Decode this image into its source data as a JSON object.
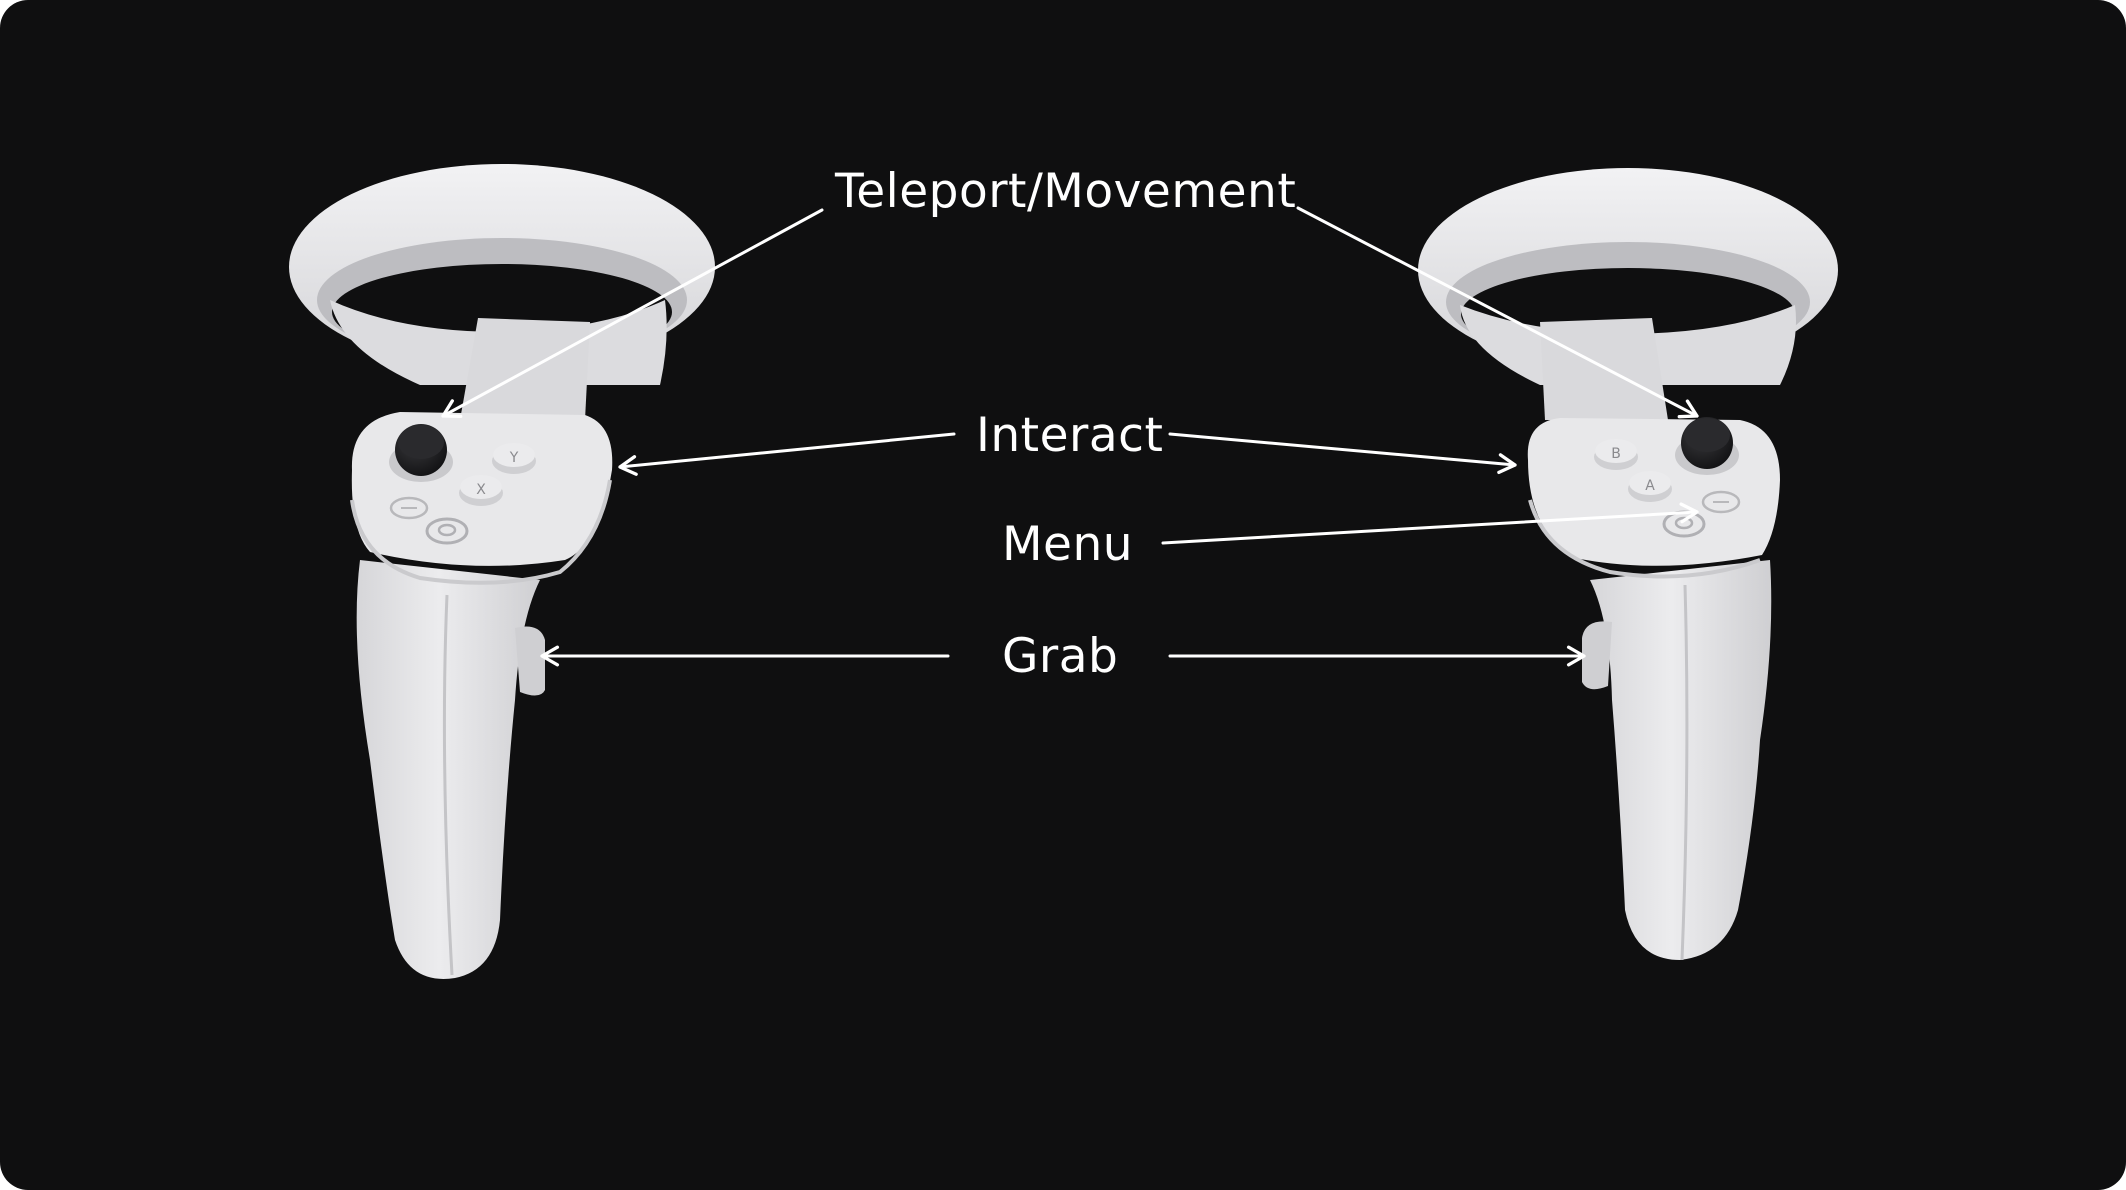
{
  "labels": {
    "teleport": "Teleport/Movement",
    "interact": "Interact",
    "menu": "Menu",
    "grab": "Grab"
  },
  "left_controller": {
    "buttons": {
      "top": "Y",
      "bottom": "X"
    }
  },
  "right_controller": {
    "buttons": {
      "top": "B",
      "bottom": "A"
    }
  },
  "colors": {
    "background": "#0f0f10",
    "controller_body": "#e4e4e6",
    "controller_shadow": "#c9c9cc",
    "thumbstick": "#1c1c1e",
    "arrow": "#ffffff",
    "label_text": "#ffffff"
  }
}
